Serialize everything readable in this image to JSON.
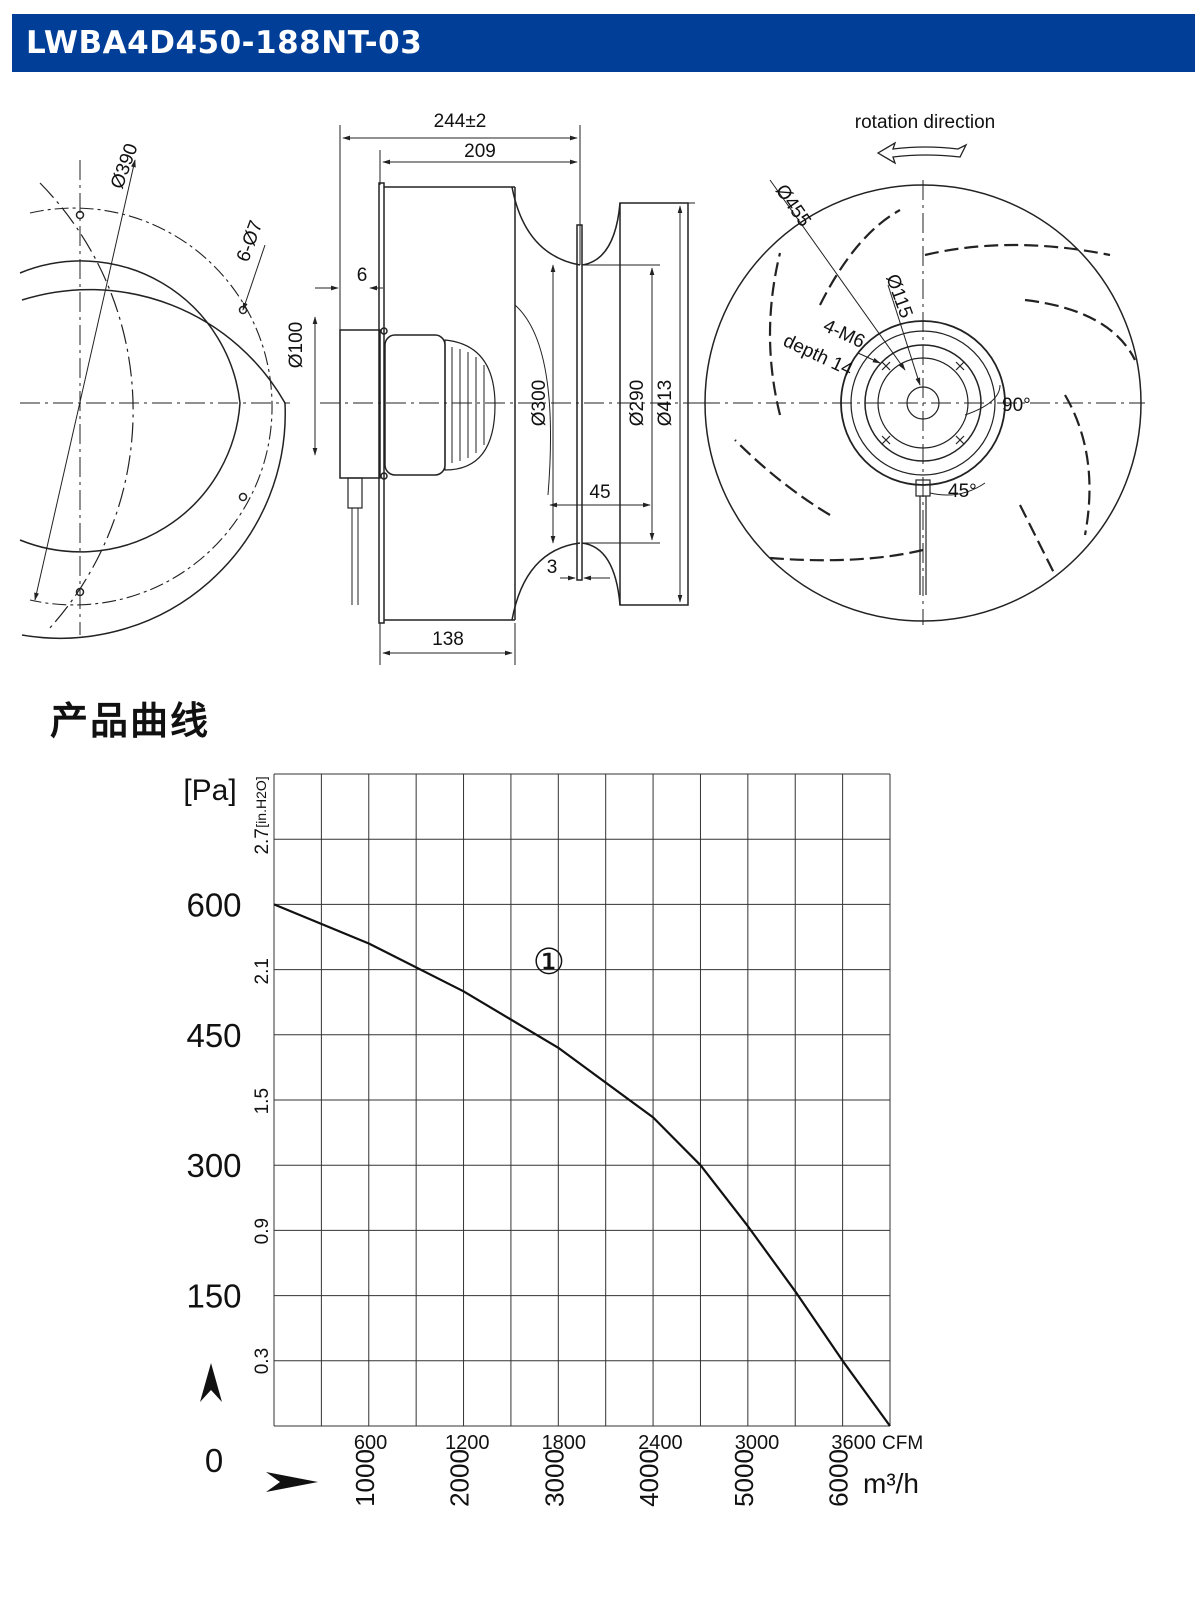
{
  "header": {
    "title": "LWBA4D450-188NT-03"
  },
  "drawing": {
    "left_view": {
      "dia_390": "Ø390",
      "holes": "6-Ø7"
    },
    "side_view": {
      "d_244": "244±2",
      "d_209": "209",
      "d_6": "6",
      "d_100": "Ø100",
      "d_300": "Ø300",
      "d_290": "Ø290",
      "d_413": "Ø413",
      "d_45": "45",
      "d_3": "3",
      "d_138": "138"
    },
    "front_view": {
      "rotation": "rotation direction",
      "d_455": "Ø455",
      "d_115": "Ø115",
      "thread": "4-M6",
      "depth": "depth 14",
      "ang_90": "90°",
      "ang_45": "45°"
    }
  },
  "section": {
    "title": "产品曲线"
  },
  "chart_data": {
    "type": "line",
    "title": "",
    "y_unit_left": "[Pa]",
    "y_unit_right": "[in.H2O]",
    "x_unit_top": "CFM",
    "x_unit_bottom": "m³/h",
    "ylim": [
      0,
      750
    ],
    "xlim": [
      0,
      6500
    ],
    "y_ticks_pa": [
      "0",
      "150",
      "300",
      "450",
      "600"
    ],
    "y_ticks_inh2o": [
      "0.3",
      "0.9",
      "1.5",
      "2.1",
      "2.7"
    ],
    "x_ticks_cfm": [
      "600",
      "1200",
      "1800",
      "2400",
      "3000",
      "3600"
    ],
    "x_ticks_m3h": [
      "1000",
      "2000",
      "3000",
      "4000",
      "5000",
      "6000"
    ],
    "series": [
      {
        "name": "①",
        "x": [
          0,
          1000,
          2000,
          3000,
          4000,
          4500,
          5000,
          5500,
          6000,
          6500
        ],
        "y": [
          600,
          555,
          500,
          435,
          355,
          300,
          230,
          155,
          75,
          0
        ]
      }
    ],
    "grid": true
  }
}
